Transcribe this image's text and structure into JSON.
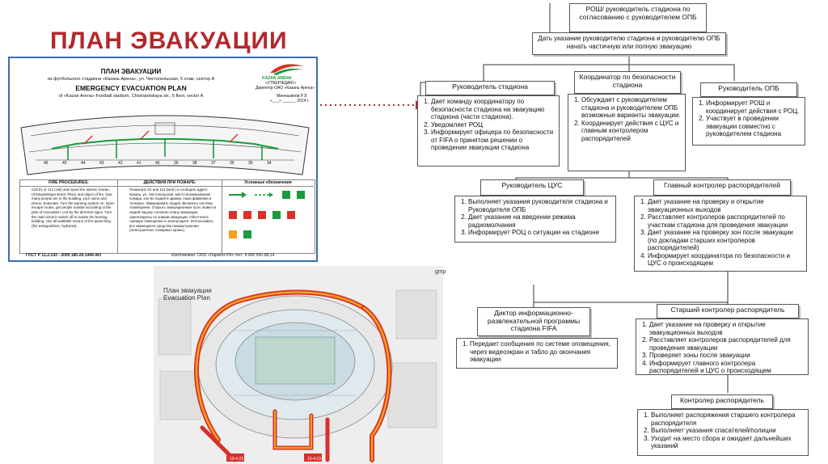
{
  "slide_title": "ПЛАН ЭВАКУАЦИИ",
  "poster": {
    "title_ru": "ПЛАН ЭВАКУАЦИИ",
    "subtitle_ru": "из футбольного стадиона «Казань Арена», ул. Чистопольская, 5 этаж, сектор А",
    "title_en": "EMERGENCY EVACUATION PLAN",
    "subtitle_en": "of «Kazan Arena» Football stadium, Chistopolskaya str., 5 floor, sector A",
    "logo": "KAZAN ARENA",
    "approval_1": "«УТВЕРЖДАЮ»",
    "approval_2": "Директор ОАО «Казань Арена»",
    "approval_3": "Минназипов Р.Э.",
    "approval_4": "«___» ______ 2014 г.",
    "fire_head": "FIRE PROCEDURES:",
    "fire_text": "Call 01 or 112 (cell) and report the adress: Kazan, Chistopolskaya street. Place and object of fire, how many people are in the building, your name and phone. Evacuate. Turn the warning system on. Open escape routes, get people outside according to the plan of evacuation. Led by the direction signs. Turn the main electric switch off to isolate the burning building. Use all available means of fire-quenching (fire extinguishers, hydrants).",
    "action_head": "ДЕЙСТВИЯ ПРИ ПОЖАРЕ:",
    "action_text": "Позвонить 01 или 112 (моб.) и сообщить адрес: Казань, ул. Чистопольская, место возникновения пожара, кол-во людей в здании, свою фамилию и телефон. Эвакуировать людей. Включить систему оповещения. Открыть эвакуационные пути, вывести людей наружу согласно плану эвакуации, ориентируясь по знакам эвакуации. Обесточить горящее помещение в электрощите. Использовать все имеющиеся средства пожаротушения (огнетушители, пожарные краны).",
    "legend_head": "Условные обозначения",
    "gost": "ГОСТ Р 12.2.143 - 2009 180-20-1440-Ж3",
    "made_by": "Изготовлено: ООО «Паритет-РК» тел.: 8 800 500-88-14",
    "sector_numbers": [
      "46",
      "45",
      "44",
      "43",
      "42",
      "41",
      "40",
      "39",
      "38",
      "37",
      "36",
      "35",
      "34"
    ]
  },
  "map": {
    "title_ru": "План эвакуации",
    "title_en": "Evacuation Plan",
    "corner": "gmp",
    "exit_a": "10-4.23",
    "exit_b": "10-4.23"
  },
  "org": {
    "top": "РОШ/ руководитель стадиона по согласованию с руководителем ОПБ",
    "order": "Дать указание руководителю стадиона и руководителю ОПБ начать частичную или полную эвакуацию",
    "stadium_head": "Руководитель стадиона",
    "stadium_items": [
      "Дает команду координатору по безопасности стадиона на эвакуацию стадиона (части стадиона).",
      "Уведомляет РОЦ",
      "Информирует офицера по безопасности от FIFA о принятом решении о проведении эвакуации стадиона"
    ],
    "coord_head": "Координатор по безопасности стадиона",
    "coord_items": [
      "Обсуждает с руководителем стадиона и руководителем ОПБ возможные варианты эвакуации.",
      "Координирует действия с ЦУС и главным контролером распорядителей"
    ],
    "opb_head": "Руководитель ОПБ",
    "opb_items": [
      "Информирует РОШ и координирует действия с РОЦ.",
      "Участвует в проведении эвакуации совместно с руководителем стадиона"
    ],
    "cus_head": "Руководитель ЦУС",
    "cus_items": [
      "Выполняет указания руководителя стадиона и Руководителя ОПБ",
      "Дает указание на введении режима радиомолчания",
      "Информирует РОЦ о ситуации на стадионе"
    ],
    "main_head": "Главный контролер распорядителей",
    "main_items": [
      "Дает указание на проверку и открытие эвакуационных выходов",
      "Расставляет контролеров распорядителей по участкам стадиона для проведения эвакуации",
      "Дает указание на проверку зон после эвакуации (по докладам старших контролеров распорядителей)",
      "Информирует координатора по безопасности и ЦУС о происходящем"
    ],
    "announcer_head": "Диктор информационно-развлекательной программы стадиона FIFA",
    "announcer_items": [
      "Передает сообщения по системе оповещения, через видеоэкран и табло до окончания эвакуации"
    ],
    "senior_head": "Старший контролер распорядитель",
    "senior_items": [
      "Дает указание на проверку и открытие эвакуационных выходов",
      "Расставляет контролеров распорядителей для проведения эвакуации",
      "Проверяет зоны после эвакуации",
      "Информирует главного контролера распорядителей и ЦУС о происходящем"
    ],
    "steward_head": "Контролер распорядитель",
    "steward_items": [
      "Выполняет распоряжения старшего контролера распорядителя",
      "Выполняет указания спасателей/полиции",
      "Уходит на место сбора и ожидает дальнейших указаний"
    ]
  },
  "colors": {
    "title": "#b3282d",
    "poster_border": "#3a6fb0",
    "route_green": "#1a9a3c",
    "route_red": "#d9302a",
    "route_orange": "#f2a21c",
    "connector_red": "#b3282d"
  }
}
